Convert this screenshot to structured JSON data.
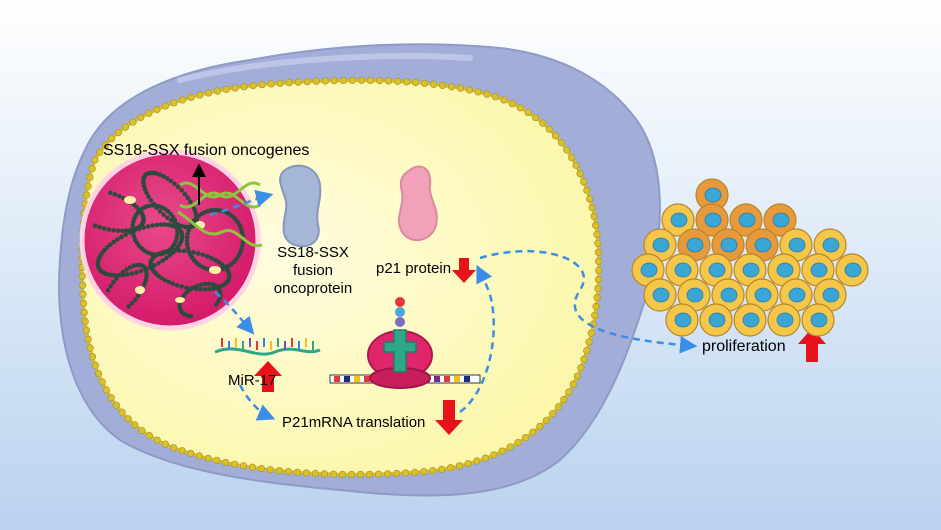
{
  "labels": {
    "fusion_oncogenes": "SS18-SSX fusion oncogenes",
    "oncoprotein_line1": "SS18-SSX",
    "oncoprotein_line2": "fusion",
    "oncoprotein_line3": "oncoprotein",
    "p21_protein": "p21 protein",
    "mir17": "MiR-17",
    "p21_mrna_translation": "P21mRNA translation",
    "proliferation": "proliferation"
  },
  "regulation": {
    "p21_protein": "down",
    "mir17": "up",
    "p21_mrna_translation": "down",
    "proliferation": "up"
  },
  "colors": {
    "background_top": "#ffffff",
    "background_bottom": "#b9d3ef",
    "outer_cell": "#a2aed7",
    "cytoplasm": "#fbf6a4",
    "membrane_bead": "#d8c02e",
    "nucleus": "#d41a6a",
    "chromatin": "#2e4a3e",
    "dna_helix": "#8cc63e",
    "oncoprotein": "#a6b6d6",
    "p21_protein": "#f2a2b8",
    "ribosome": "#e0266a",
    "trna": "#2ca889",
    "dashed_arrow": "#3a8ee8",
    "regulation_arrow": "#e8121a",
    "cell_mass_cell": "#f4c74a",
    "cell_mass_nucleus": "#3aa6d6",
    "cell_mass_dark_cell": "#e69a3c"
  }
}
